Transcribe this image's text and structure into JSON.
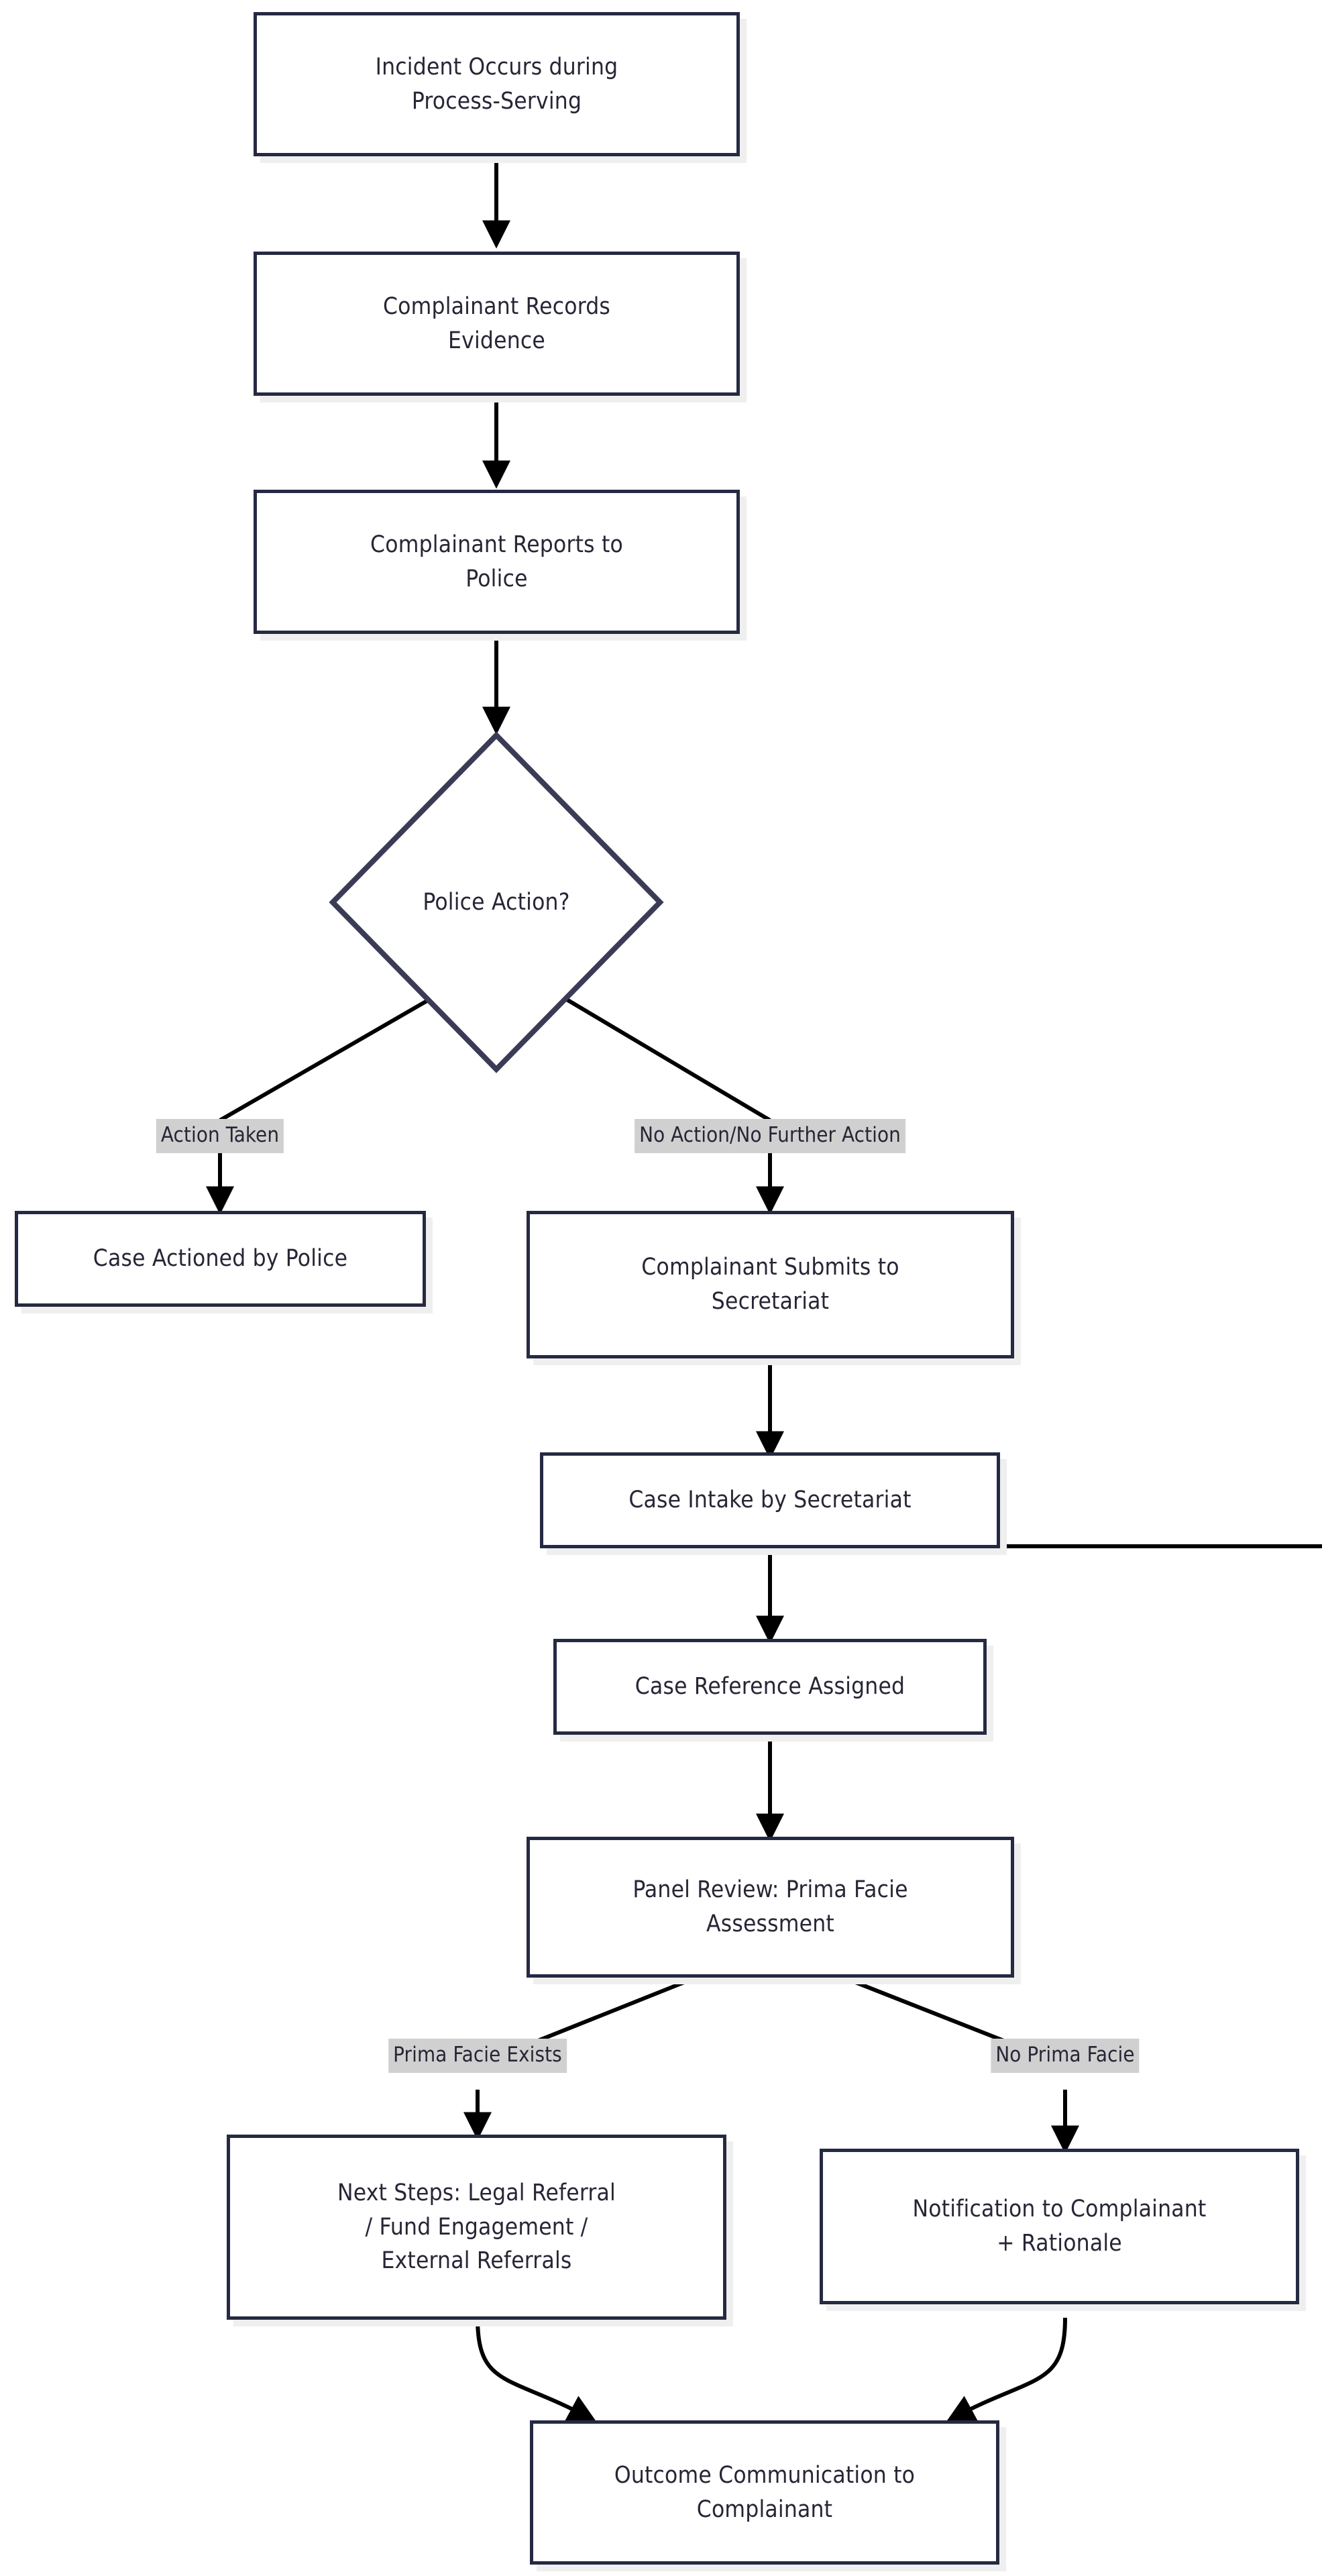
{
  "diagram": {
    "type": "flowchart",
    "orientation": "top-to-bottom",
    "theme": {
      "background": "#ffffff",
      "node_border": "#252a42",
      "node_fill": "#ffffff",
      "node_text": "#262636",
      "edge_stroke": "#000000",
      "edge_label_background": "#d0d0d0",
      "node_shadow": "#efefef"
    },
    "nodes": [
      {
        "id": "incident",
        "shape": "rect",
        "label": "Incident Occurs during\nProcess-Serving"
      },
      {
        "id": "records",
        "shape": "rect",
        "label": "Complainant Records\nEvidence"
      },
      {
        "id": "reports",
        "shape": "rect",
        "label": "Complainant Reports to\nPolice"
      },
      {
        "id": "police_action",
        "shape": "diamond",
        "label": "Police Action?"
      },
      {
        "id": "actioned",
        "shape": "rect",
        "label": "Case Actioned by Police"
      },
      {
        "id": "submits",
        "shape": "rect",
        "label": "Complainant Submits to\nSecretariat"
      },
      {
        "id": "intake",
        "shape": "rect",
        "label": "Case Intake by Secretariat"
      },
      {
        "id": "reference",
        "shape": "rect",
        "label": "Case Reference Assigned"
      },
      {
        "id": "panel",
        "shape": "rect",
        "label": "Panel Review: Prima Facie\nAssessment"
      },
      {
        "id": "next_steps",
        "shape": "rect",
        "label": "Next Steps: Legal Referral\n/ Fund Engagement /\nExternal Referrals"
      },
      {
        "id": "notification",
        "shape": "rect",
        "label": "Notification to Complainant\n+ Rationale"
      },
      {
        "id": "outcome",
        "shape": "rect",
        "label": "Outcome Communication to\nComplainant"
      }
    ],
    "edges": [
      {
        "from": "incident",
        "to": "records",
        "label": ""
      },
      {
        "from": "records",
        "to": "reports",
        "label": ""
      },
      {
        "from": "reports",
        "to": "police_action",
        "label": ""
      },
      {
        "from": "police_action",
        "to": "actioned",
        "label": "Action Taken"
      },
      {
        "from": "police_action",
        "to": "submits",
        "label": "No Action/No Further Action"
      },
      {
        "from": "submits",
        "to": "intake",
        "label": ""
      },
      {
        "from": "intake",
        "to": "reference",
        "label": ""
      },
      {
        "from": "reference",
        "to": "panel",
        "label": ""
      },
      {
        "from": "panel",
        "to": "next_steps",
        "label": "Prima Facie Exists"
      },
      {
        "from": "panel",
        "to": "notification",
        "label": "No Prima Facie"
      },
      {
        "from": "next_steps",
        "to": "outcome",
        "label": ""
      },
      {
        "from": "notification",
        "to": "outcome",
        "label": ""
      }
    ],
    "edge_labels": {
      "action_taken": "Action Taken",
      "no_action": "No Action/No Further Action",
      "prima_facie_exists": "Prima Facie Exists",
      "no_prima_facie": "No Prima Facie"
    }
  }
}
